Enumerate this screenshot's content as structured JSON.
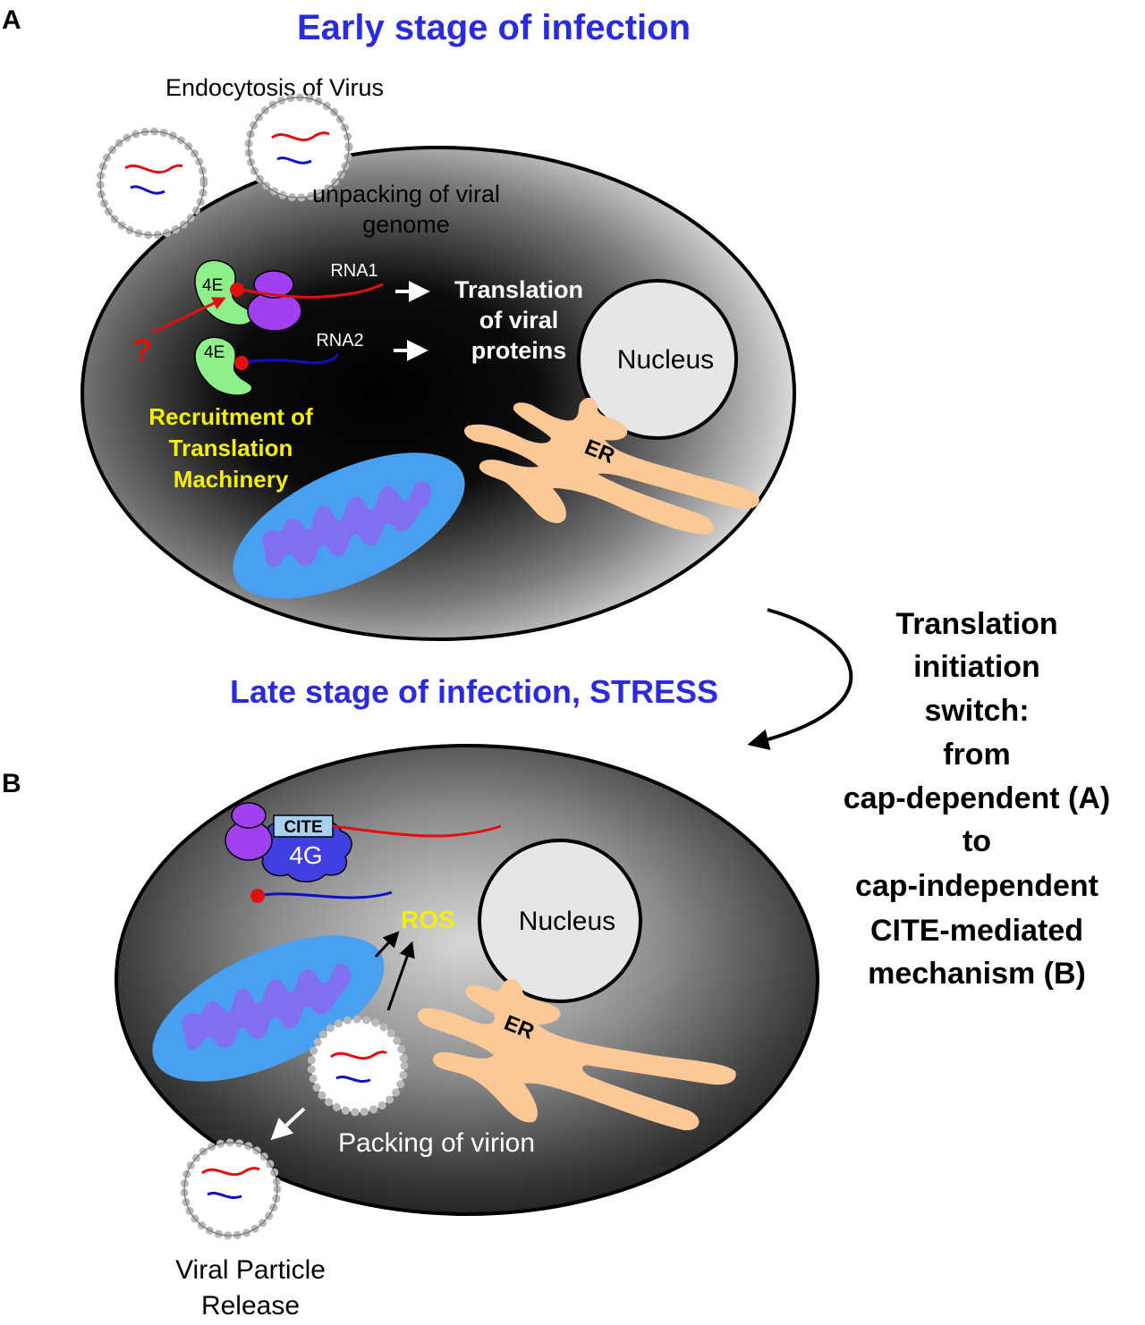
{
  "panel_a": {
    "letter": "A",
    "title": "Early stage of infection",
    "endocytosis_label": "Endocytosis of Virus",
    "unpacking_line1": "unpacking of viral",
    "unpacking_line2": "genome",
    "rna1_label": "RNA1",
    "rna2_label": "RNA2",
    "factor1_label": "4E",
    "factor2_label": "4E",
    "question_mark": "?",
    "translation_line1": "Translation",
    "translation_line2": "of viral",
    "translation_line3": "proteins",
    "nucleus_label": "Nucleus",
    "er_label": "ER",
    "recruitment_line1": "Recruitment of",
    "recruitment_line2": "Translation",
    "recruitment_line3": "Machinery"
  },
  "panel_b": {
    "letter": "B",
    "title": "Late stage of infection, STRESS",
    "cite_label": "CITE",
    "factor_label": "4G",
    "ros_label": "ROS",
    "nucleus_label": "Nucleus",
    "er_label": "ER",
    "packing_label": "Packing of virion",
    "release_line1": "Viral Particle",
    "release_line2": "Release"
  },
  "switch_text": {
    "line1": "Translation",
    "line2": "initiation",
    "line3": "switch:",
    "line4": "from",
    "line5": "cap-dependent (A)",
    "line6": "to",
    "line7": "cap-independent",
    "line8": "CITE-mediated",
    "line9": "mechanism (B)"
  },
  "colors": {
    "title_blue": "#2a2ae0",
    "rna1_red": "#e01010",
    "rna2_blue": "#1010c0",
    "recruitment_yellow": "#f5f000",
    "eif4e_green": "#8ef08a",
    "ribosome_purple": "#a040f0",
    "eif4g_blue": "#4040e0",
    "cite_box": "#a8d0f0",
    "mitochondria_outer": "#4aa0f0",
    "mitochondria_inner": "#8070f0",
    "er_peach": "#fcc896",
    "nucleus_grey": "#e6e6e6",
    "capsid_grey": "#b8b8b8",
    "question_red": "#e01010"
  }
}
